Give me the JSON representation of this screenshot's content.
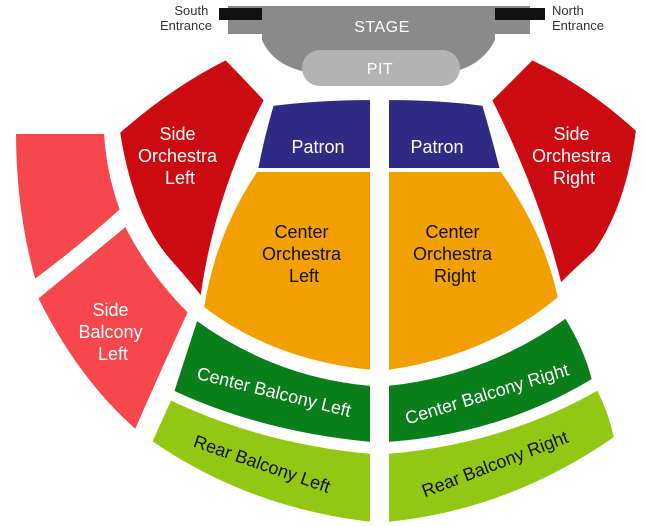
{
  "stage": {
    "label": "STAGE"
  },
  "pit": {
    "label": "PIT"
  },
  "entrances": {
    "south": [
      "South",
      "Entrance"
    ],
    "north": [
      "North",
      "Entrance"
    ]
  },
  "colors": {
    "patron": "#2f2a83",
    "center_orchestra": "#f2a000",
    "side_orchestra": "#cc0a12",
    "side_balcony": "#f5474c",
    "center_balcony": "#0a7e1b",
    "rear_balcony": "#92c814",
    "stage": "#8a8a8a",
    "pit": "#b3b3b3",
    "entrance_bar": "#111111"
  },
  "sections": {
    "patron_left": [
      "Patron"
    ],
    "patron_right": [
      "Patron"
    ],
    "center_orchestra_left": [
      "Center",
      "Orchestra",
      "Left"
    ],
    "center_orchestra_right": [
      "Center",
      "Orchestra",
      "Right"
    ],
    "side_orchestra_left": [
      "Side",
      "Orchestra",
      "Left"
    ],
    "side_orchestra_right": [
      "Side",
      "Orchestra",
      "Right"
    ],
    "side_balcony_left": [
      "Side",
      "Balcony",
      "Left"
    ],
    "center_balcony_left": "Center Balcony Left",
    "center_balcony_right": "Center Balcony Right",
    "rear_balcony_left": "Rear Balcony Left",
    "rear_balcony_right": "Rear Balcony Right"
  }
}
